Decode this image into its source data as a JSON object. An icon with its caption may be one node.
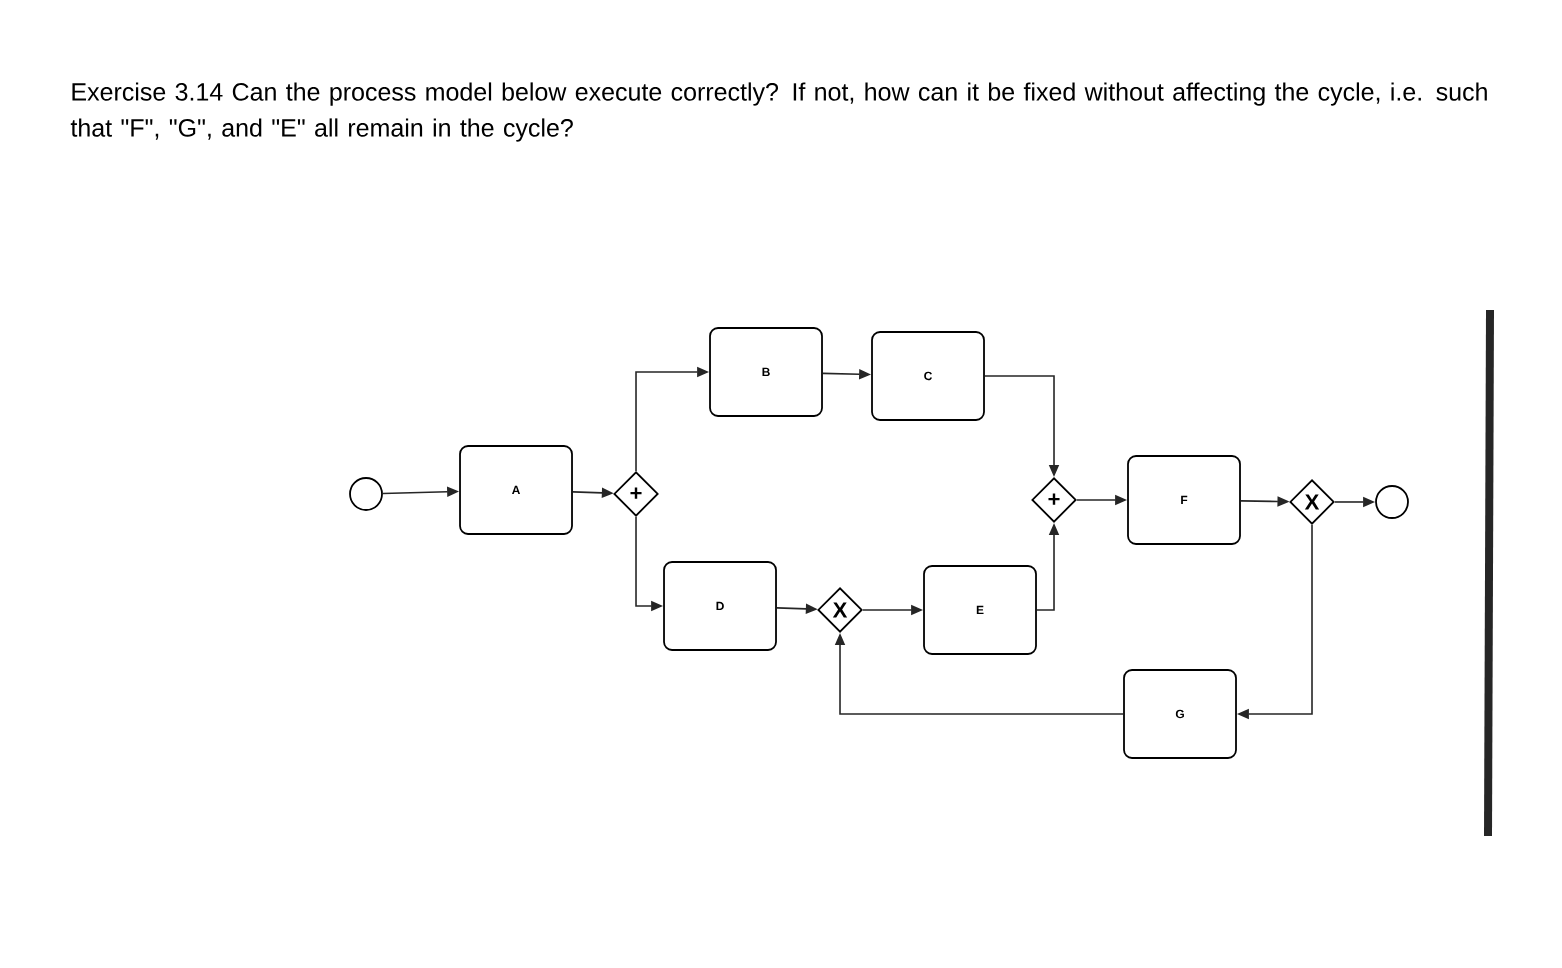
{
  "diagram": {
    "title": "Exercise 3.14 Can the process model below execute correctly? If not, how can it be fixed without affecting the cycle, i.e. such that \"F\", \"G\", and \"E\" all remain in the cycle?",
    "nodes": [
      {
        "text": [],
        "shape": "circle"
      },
      {
        "text": [
          "A"
        ]
      },
      {
        "text": [
          "+"
        ]
      },
      {
        "text": [
          "B"
        ]
      },
      {
        "text": [
          "C"
        ]
      },
      {
        "text": [
          "D"
        ]
      },
      {
        "text": [
          "X"
        ]
      },
      {
        "text": [
          "E"
        ]
      },
      {
        "text": [
          "+"
        ]
      },
      {
        "text": [
          "F"
        ]
      },
      {
        "text": [
          "X"
        ]
      },
      {
        "text": [],
        "shape": "circle"
      },
      {
        "text": [
          "G"
        ]
      }
    ],
    "edges": [
      {
        "from": 0,
        "to": 1,
        "arrow": "to"
      },
      {
        "from": 1,
        "to": 2,
        "arrow": "to"
      },
      {
        "from": 2,
        "to": 3,
        "arrow": "to"
      },
      {
        "from": 3,
        "to": 4,
        "arrow": "to"
      },
      {
        "from": 4,
        "to": 8,
        "arrow": "to"
      },
      {
        "from": 2,
        "to": 5,
        "arrow": "to"
      },
      {
        "from": 5,
        "to": 6,
        "arrow": "to"
      },
      {
        "from": 6,
        "to": 7,
        "arrow": "to"
      },
      {
        "from": 7,
        "to": 8,
        "arrow": "to"
      },
      {
        "from": 8,
        "to": 9,
        "arrow": "to"
      },
      {
        "from": 9,
        "to": 10,
        "arrow": "to"
      },
      {
        "from": 10,
        "to": 11,
        "arrow": "to"
      },
      {
        "from": 10,
        "to": 12,
        "arrow": "to"
      },
      {
        "from": 12,
        "to": 6,
        "arrow": "to"
      }
    ]
  }
}
